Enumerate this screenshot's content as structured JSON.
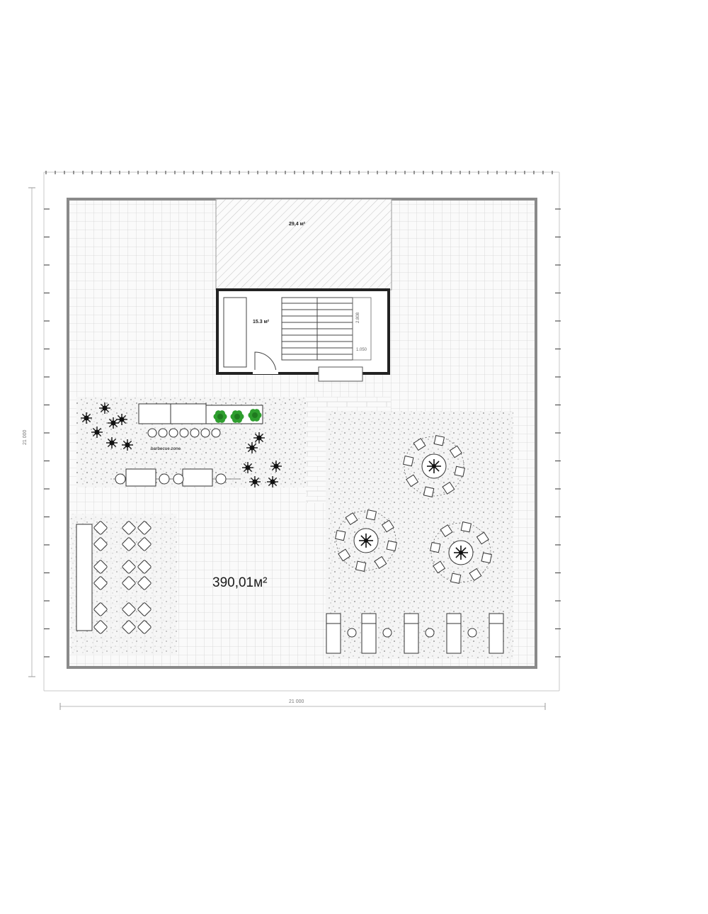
{
  "plan": {
    "total_area": "390,01м²",
    "roof_area": "29,4 м²",
    "stair_area": "15.3 м²",
    "stair_dim_height": "2.808",
    "stair_dim_width": "1.050",
    "zone_label": "barbecue zone",
    "dimension_width": "21 000",
    "dimension_height": "21 000"
  },
  "colors": {
    "grid": "#d6d6d6",
    "frame": "#8a8a8a",
    "plant_green": "#2e9e2e",
    "line": "#333333"
  }
}
